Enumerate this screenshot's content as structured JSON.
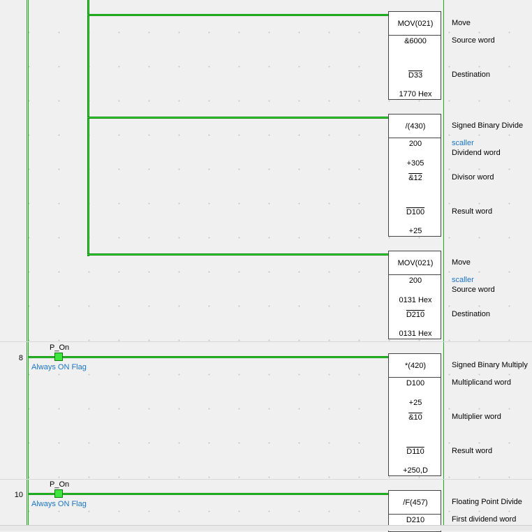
{
  "rungs": {
    "rung8_number": "8",
    "rung10_number": "10"
  },
  "contacts": {
    "c1": {
      "label": "P_On",
      "comment": "Always ON Flag"
    },
    "c2": {
      "label": "P_On",
      "comment": "Always ON Flag"
    }
  },
  "instructions": [
    {
      "header": "MOV(021)",
      "operands": [
        "&6000",
        "D33",
        "1770 Hex"
      ],
      "desc": [
        "Move",
        "Source word",
        "Destination"
      ]
    },
    {
      "header": "/(430)",
      "operands": [
        "200",
        "+305",
        "&12",
        "D100",
        "+25"
      ],
      "desc": [
        "Signed Binary Divide",
        "scaller",
        "Dividend word",
        "Divisor word",
        "Result word"
      ]
    },
    {
      "header": "MOV(021)",
      "operands": [
        "200",
        "0131 Hex",
        "D210",
        "0131 Hex"
      ],
      "desc": [
        "Move",
        "scaller",
        "Source word",
        "Destination"
      ]
    },
    {
      "header": "*(420)",
      "operands": [
        "D100",
        "+25",
        "&10",
        "D110",
        "+250,D"
      ],
      "desc": [
        "Signed Binary Multiply",
        "Multiplicand word",
        "Multiplier word",
        "Result word"
      ]
    },
    {
      "header": "/F(457)",
      "operands": [
        "D210"
      ],
      "desc": [
        "Floating Point Divide",
        "First dividend word"
      ]
    }
  ],
  "colors": {
    "wire": "#35d835",
    "wire_edge": "#0e8a0e",
    "comment": "#1a74c4"
  }
}
